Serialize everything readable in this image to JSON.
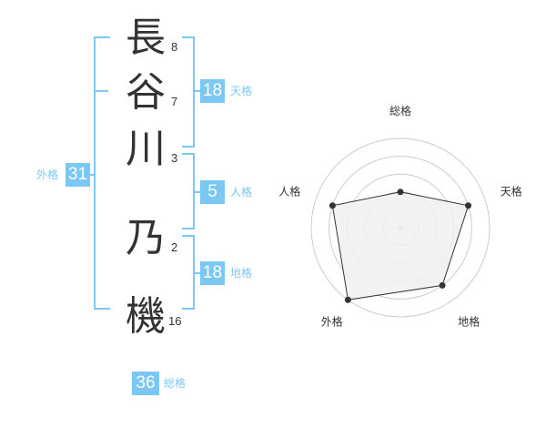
{
  "name": {
    "chars": [
      {
        "char": "長",
        "strokes": "8"
      },
      {
        "char": "谷",
        "strokes": "7"
      },
      {
        "char": "川",
        "strokes": "3"
      },
      {
        "char": "乃",
        "strokes": "2"
      },
      {
        "char": "機",
        "strokes": "16"
      }
    ]
  },
  "kaku": {
    "tenkaku": {
      "value": "18",
      "label": "天格"
    },
    "jinkaku": {
      "value": "5",
      "label": "人格"
    },
    "chikaku": {
      "value": "18",
      "label": "地格"
    },
    "gaikaku": {
      "value": "31",
      "label": "外格"
    },
    "soukaku": {
      "value": "36",
      "label": "総格"
    }
  },
  "chart_data": {
    "type": "radar",
    "axes": [
      "総格",
      "天格",
      "地格",
      "外格",
      "人格"
    ],
    "values": [
      2,
      4,
      4,
      5,
      4
    ],
    "max": 5,
    "rings": 5,
    "colors": {
      "fill": "#f0f0f0",
      "line": "#333333",
      "grid": "#cccccc",
      "accent": "#7cc8f4"
    }
  }
}
